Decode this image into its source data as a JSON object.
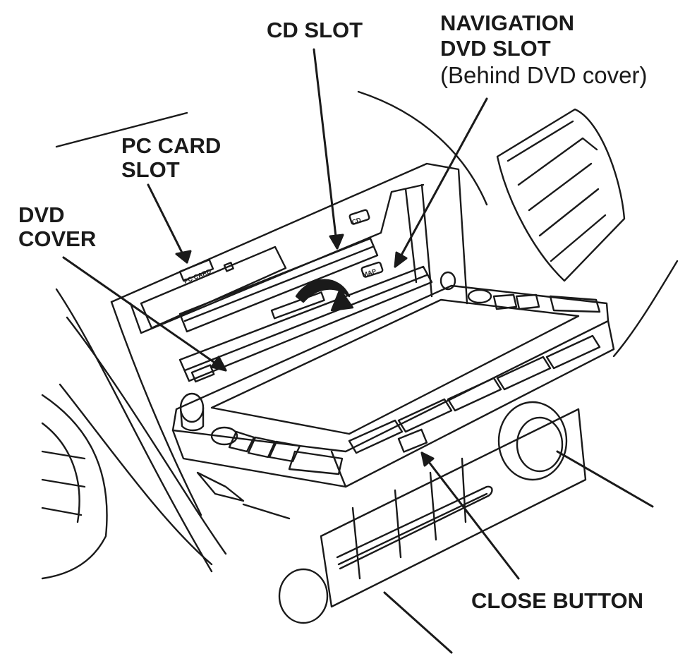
{
  "labels": {
    "cd_slot": "CD SLOT",
    "nav_line1": "NAVIGATION",
    "nav_line2": "DVD SLOT",
    "nav_note": "(Behind DVD cover)",
    "pc_line1": "PC CARD",
    "pc_line2": "SLOT",
    "dvd_line1": "DVD",
    "dvd_line2": "COVER",
    "close_button": "CLOSE BUTTON"
  },
  "unit_markings": {
    "cd_button": "CD",
    "map_button": "MAP",
    "pc_card": "PC CARD"
  },
  "colors": {
    "line": "#1a1a1a",
    "background": "#ffffff"
  }
}
